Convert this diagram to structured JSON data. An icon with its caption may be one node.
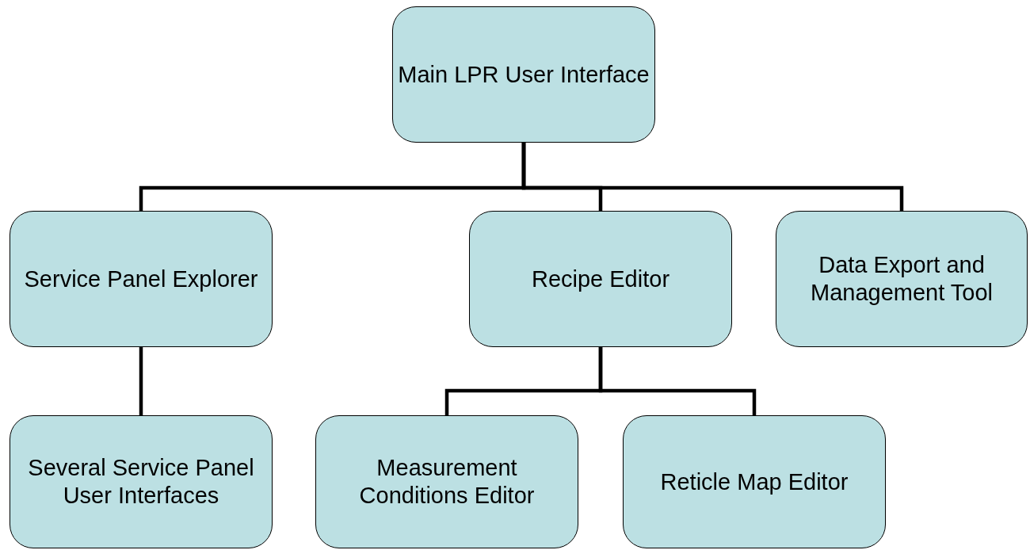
{
  "diagram": {
    "nodes": [
      {
        "text": [
          "Main LPR User Interface"
        ]
      },
      {
        "text": [
          "Service Panel Explorer"
        ]
      },
      {
        "text": [
          "Recipe Editor"
        ]
      },
      {
        "text": [
          "Data Export and Management Tool"
        ]
      },
      {
        "text": [
          "Several Service Panel User Interfaces"
        ]
      },
      {
        "text": [
          "Measurement Conditions Editor"
        ]
      },
      {
        "text": [
          "Reticle Map Editor"
        ]
      }
    ],
    "edges": [
      {
        "from": 0,
        "to": 1,
        "arrow": "none"
      },
      {
        "from": 0,
        "to": 2,
        "arrow": "none"
      },
      {
        "from": 0,
        "to": 3,
        "arrow": "none"
      },
      {
        "from": 1,
        "to": 4,
        "arrow": "none"
      },
      {
        "from": 2,
        "to": 5,
        "arrow": "none"
      },
      {
        "from": 2,
        "to": 6,
        "arrow": "none"
      }
    ]
  }
}
